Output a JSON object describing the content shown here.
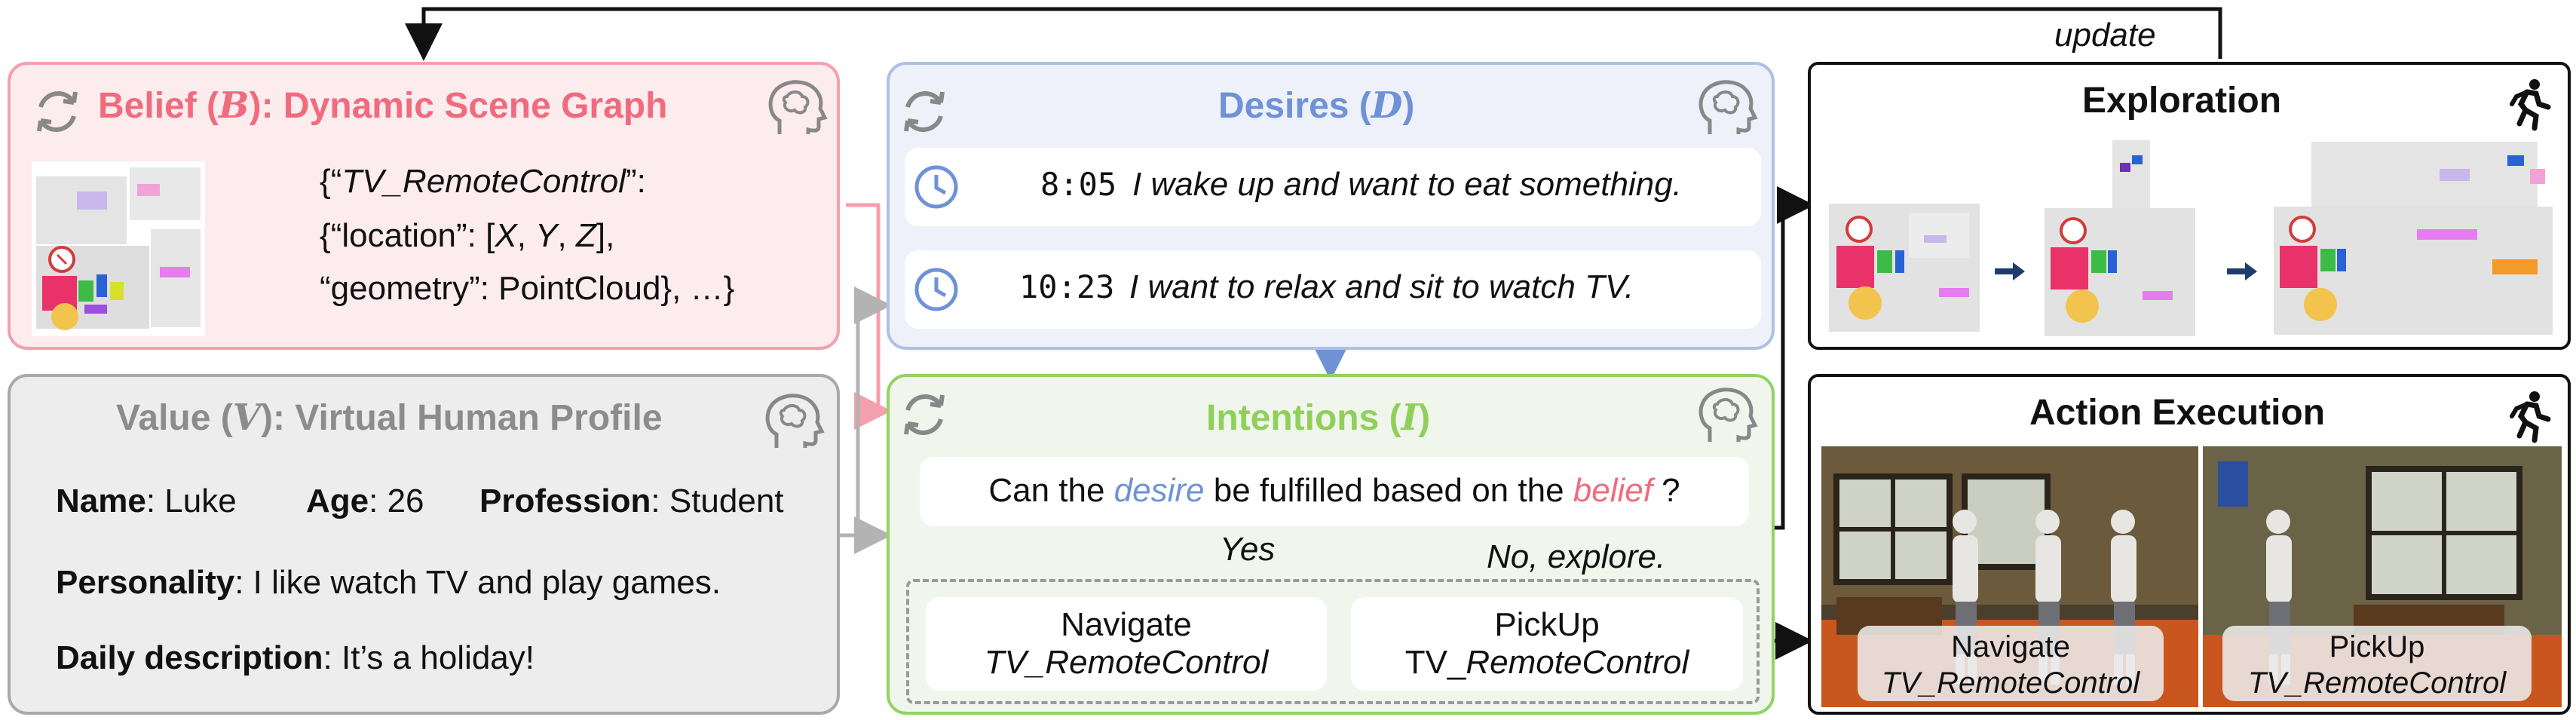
{
  "colors": {
    "belief": "#f06b7e",
    "belief_bg": "#fcecee",
    "belief_border": "#f4a0ac",
    "desires": "#6f92d6",
    "desires_bg": "#eef1f9",
    "desires_border": "#aec0e6",
    "intentions": "#8fd05a",
    "intentions_bg": "#f0f6ec",
    "intentions_border": "#8fd464",
    "value_grey": "#8c8c8c",
    "value_bg": "#ededed",
    "value_border": "#a9a9a9",
    "clock_blue": "#6f92d6"
  },
  "top_arrow": {
    "label": "update"
  },
  "belief": {
    "title_prefix": "Belief (",
    "title_symbol": "B",
    "title_suffix": "): Dynamic Scene Graph",
    "json_line1_open": "{“",
    "json_line1_key": "TV_RemoteControl",
    "json_line1_close": "”:",
    "json_line2_open": "{“location”: [",
    "json_line2_x": "X",
    "json_line2_sep1": ", ",
    "json_line2_y": "Y",
    "json_line2_sep2": ", ",
    "json_line2_z": "Z",
    "json_line2_close": "],",
    "json_line3": "“geometry”: PointCloud}, …}",
    "icons": [
      "refresh-icon",
      "brain-head-icon"
    ]
  },
  "value": {
    "title_prefix": "Value (",
    "title_symbol": "V",
    "title_suffix": "): Virtual Human Profile",
    "name_label": "Name",
    "name_value": ": Luke",
    "age_label": "Age",
    "age_value": ": 26",
    "profession_label": "Profession",
    "profession_value": ": Student",
    "personality_label": "Personality",
    "personality_value": ": I like watch TV and play games.",
    "daily_label": "Daily description",
    "daily_value": ": It’s a holiday!"
  },
  "desires": {
    "title_prefix": "Desires (",
    "title_symbol": "D",
    "title_suffix": ")",
    "items": [
      {
        "time": "8:05",
        "text": "I wake up and want to eat something."
      },
      {
        "time": "10:23",
        "text": "I want to relax and sit to watch TV."
      }
    ]
  },
  "intentions": {
    "title_prefix": "Intentions (",
    "title_symbol": "I",
    "title_suffix": ")",
    "question_pre": "Can the ",
    "question_desire": "desire",
    "question_mid": " be fulfilled based on the ",
    "question_belief": "belief",
    "question_post": " ?",
    "yes_label": "Yes",
    "no_label": "No, explore.",
    "actions": [
      {
        "verb": "Navigate",
        "object": "TV_RemoteControl",
        "object_prefix": ""
      },
      {
        "verb": "PickUp",
        "object": "RemoteControl",
        "object_prefix": "TV_"
      }
    ]
  },
  "exploration": {
    "title": "Exploration",
    "icon": "running-person-icon"
  },
  "action_execution": {
    "title": "Action Execution",
    "icon": "running-person-icon",
    "captions": [
      {
        "verb": "Navigate",
        "object": "TV_RemoteControl"
      },
      {
        "verb": "PickUp",
        "object": "TV_RemoteControl"
      }
    ]
  }
}
